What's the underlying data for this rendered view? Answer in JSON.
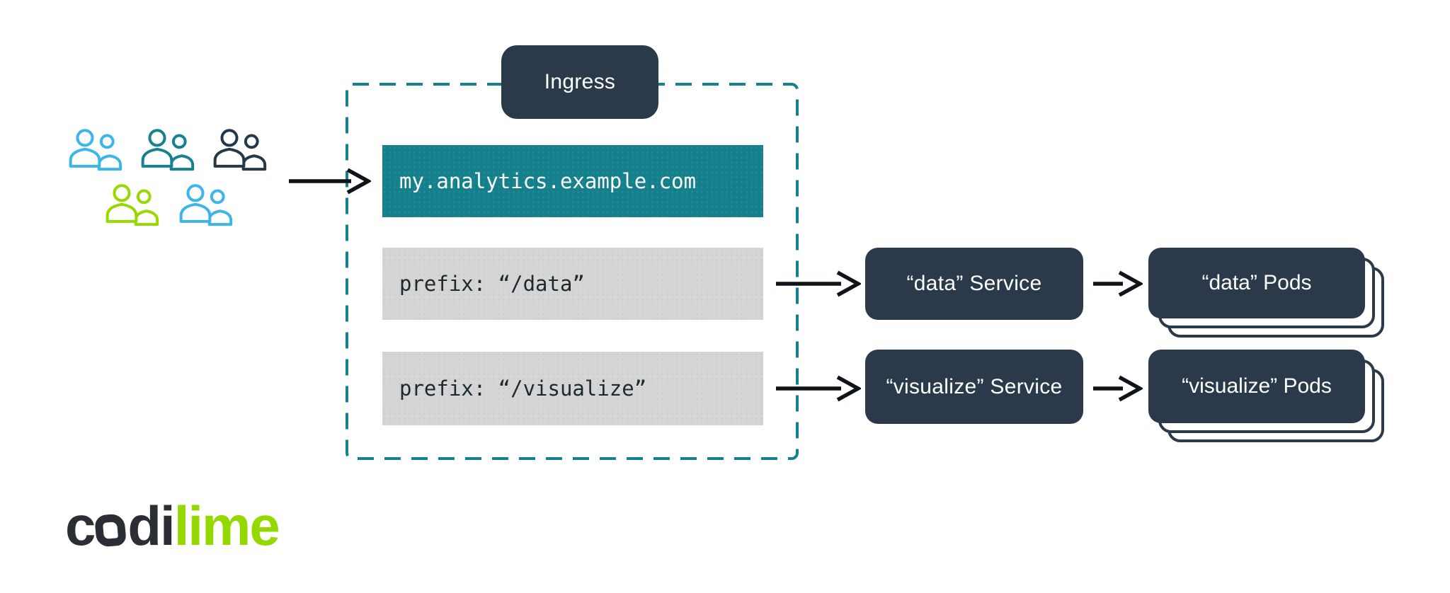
{
  "diagram": {
    "ingress_label": "Ingress",
    "host": "my.analytics.example.com",
    "routes": [
      {
        "prefix": "prefix: “/data”",
        "service": "“data” Service",
        "pods": "“data” Pods"
      },
      {
        "prefix": "prefix: “/visualize”",
        "service": "“visualize” Service",
        "pods": "“visualize” Pods"
      }
    ],
    "icons": {
      "users": "users-group-icon",
      "user_colors": [
        "#3eb5e8",
        "#16818f",
        "#24384a",
        "#97d800",
        "#3eb5e8"
      ]
    },
    "colors": {
      "navy": "#2b3a4a",
      "teal_fill": "#14808c",
      "teal_dash": "#15808e",
      "gray_box": "#d5d5d5",
      "arrow": "#0e1419",
      "lime": "#93d900"
    }
  },
  "logo": {
    "c": "c",
    "di": "di",
    "lime": "lime"
  }
}
